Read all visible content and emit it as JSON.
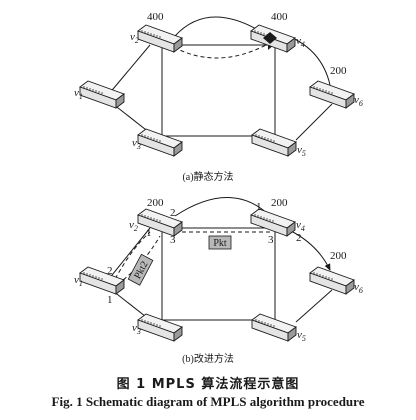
{
  "panel_a": {
    "caption": "(a)静态方法",
    "labels": {
      "v1": "v",
      "v1_sub": "1",
      "v2": "v",
      "v2_sub": "2",
      "v3": "v",
      "v3_sub": "3",
      "v4": "v",
      "v4_sub": "4",
      "v5": "v",
      "v5_sub": "5",
      "v6": "v",
      "v6_sub": "6"
    },
    "bandwidth": {
      "v2": "400",
      "v4": "400",
      "v6": "200"
    }
  },
  "panel_b": {
    "caption": "(b)改进方法",
    "labels": {
      "v1": "v",
      "v1_sub": "1",
      "v2": "v",
      "v2_sub": "2",
      "v3": "v",
      "v3_sub": "3",
      "v4": "v",
      "v4_sub": "4",
      "v5": "v",
      "v5_sub": "5",
      "v6": "v",
      "v6_sub": "6"
    },
    "bandwidth": {
      "v2": "200",
      "v4": "200",
      "v6": "200"
    },
    "ports": {
      "v1_2": "2",
      "v1_1": "1",
      "v2_2": "2",
      "v2_1": "1",
      "v2_3": "3",
      "v4_1": "1",
      "v4_3": "3",
      "v4_2": "2"
    },
    "packets": {
      "pkt": "Pkt",
      "pkt2": "Pkt2"
    }
  },
  "caption": {
    "cn": "图 1   MPLS 算法流程示意图",
    "en": "Fig. 1    Schematic diagram of MPLS algorithm procedure"
  }
}
